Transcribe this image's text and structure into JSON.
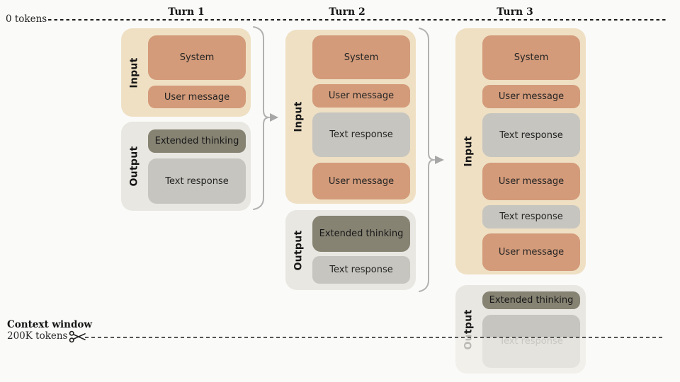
{
  "diagram": {
    "top_axis": {
      "label": "0 tokens"
    },
    "context_limit": {
      "title": "Context window",
      "subtitle": "200K tokens"
    },
    "turns": [
      {
        "title": "Turn 1",
        "input": {
          "label": "Input",
          "blocks": [
            {
              "label": "System"
            },
            {
              "label": "User message"
            }
          ]
        },
        "output": {
          "label": "Output",
          "blocks": [
            {
              "label": "Extended thinking"
            },
            {
              "label": "Text response"
            }
          ]
        }
      },
      {
        "title": "Turn 2",
        "input": {
          "label": "Input",
          "blocks": [
            {
              "label": "System"
            },
            {
              "label": "User message"
            },
            {
              "label": "Text response"
            },
            {
              "label": "User message"
            }
          ]
        },
        "output": {
          "label": "Output",
          "blocks": [
            {
              "label": "Extended thinking"
            },
            {
              "label": "Text response"
            }
          ]
        }
      },
      {
        "title": "Turn 3",
        "input": {
          "label": "Input",
          "blocks": [
            {
              "label": "System"
            },
            {
              "label": "User message"
            },
            {
              "label": "Text response"
            },
            {
              "label": "User message"
            },
            {
              "label": "Text response"
            },
            {
              "label": "User message"
            }
          ]
        },
        "output": {
          "label": "Output",
          "blocks": [
            {
              "label": "Extended thinking"
            },
            {
              "label": "Text response"
            }
          ]
        }
      }
    ],
    "colors": {
      "background": "#fafaf8",
      "input_container": "#efe0c4",
      "prompt_block": "#d39b7a",
      "output_container": "#e9e7e2",
      "thinking_block": "#868373",
      "response_block": "#c6c5bf",
      "top_line": "#1b1b1b",
      "limit_line": "#565656",
      "bracket": "#b1b1b1"
    }
  }
}
